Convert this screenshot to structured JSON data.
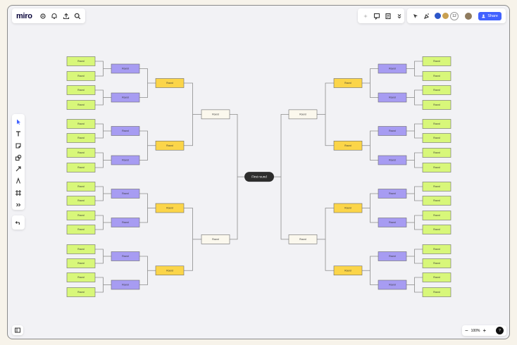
{
  "app": {
    "logo": "miro"
  },
  "top_right": {
    "participant_count": "12",
    "share_label": "Share"
  },
  "zoom": {
    "level": "100%",
    "minus": "−",
    "plus": "+",
    "help": "?"
  },
  "bracket": {
    "center_label": "First round",
    "round1_label": "Round",
    "round2_label": "Round",
    "round3_label": "Round",
    "round4_label": "Round",
    "colors": {
      "round1": "#d8f77a",
      "round2": "#a79cf2",
      "round3": "#fbd549",
      "round4": "#fbf8ed",
      "center": "#2d2d2d",
      "line": "#8c8c8c"
    }
  }
}
